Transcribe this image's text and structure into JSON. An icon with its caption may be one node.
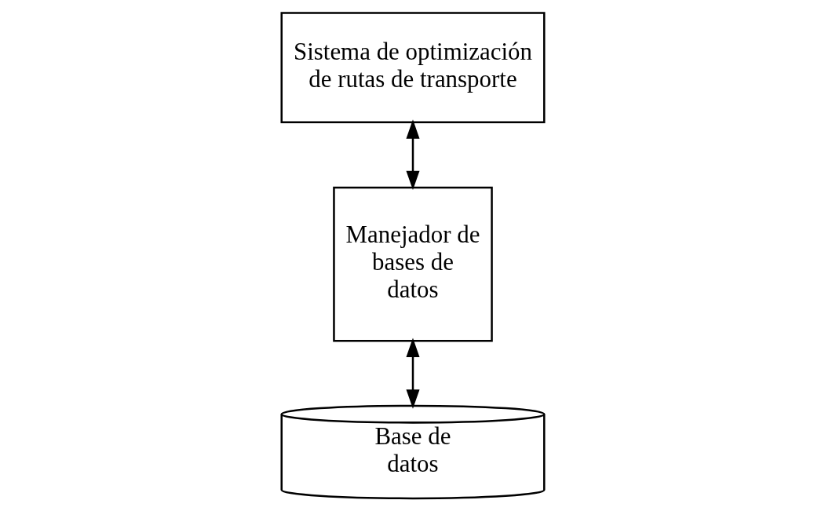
{
  "diagram": {
    "nodes": [
      {
        "text": [
          "Sistema de optimización de rutas de transporte"
        ]
      },
      {
        "text": [
          "Manejador de bases de datos"
        ]
      },
      {
        "text": [
          "Base de datos"
        ]
      }
    ],
    "edges": [
      {
        "from": 0,
        "to": 1,
        "arrow": "both"
      },
      {
        "from": 1,
        "to": 2,
        "arrow": "both"
      }
    ]
  }
}
